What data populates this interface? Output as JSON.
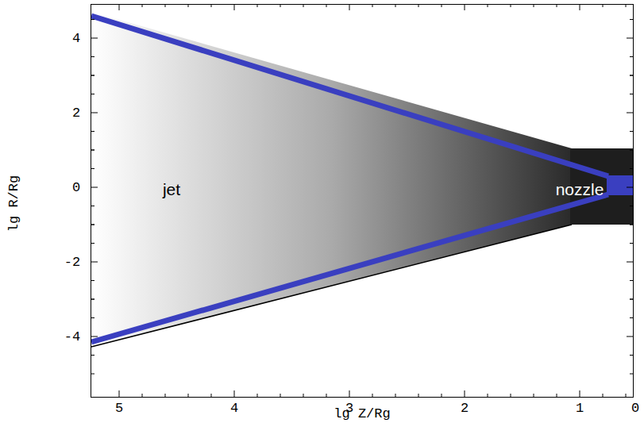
{
  "diagram": {
    "labels": [
      "jet",
      "nozzle",
      "5",
      "4",
      "3",
      "2",
      "1",
      "0",
      "4",
      "2",
      "0",
      "-2",
      "-4",
      "lg Z/Rg",
      "lg R/Rg"
    ]
  }
}
